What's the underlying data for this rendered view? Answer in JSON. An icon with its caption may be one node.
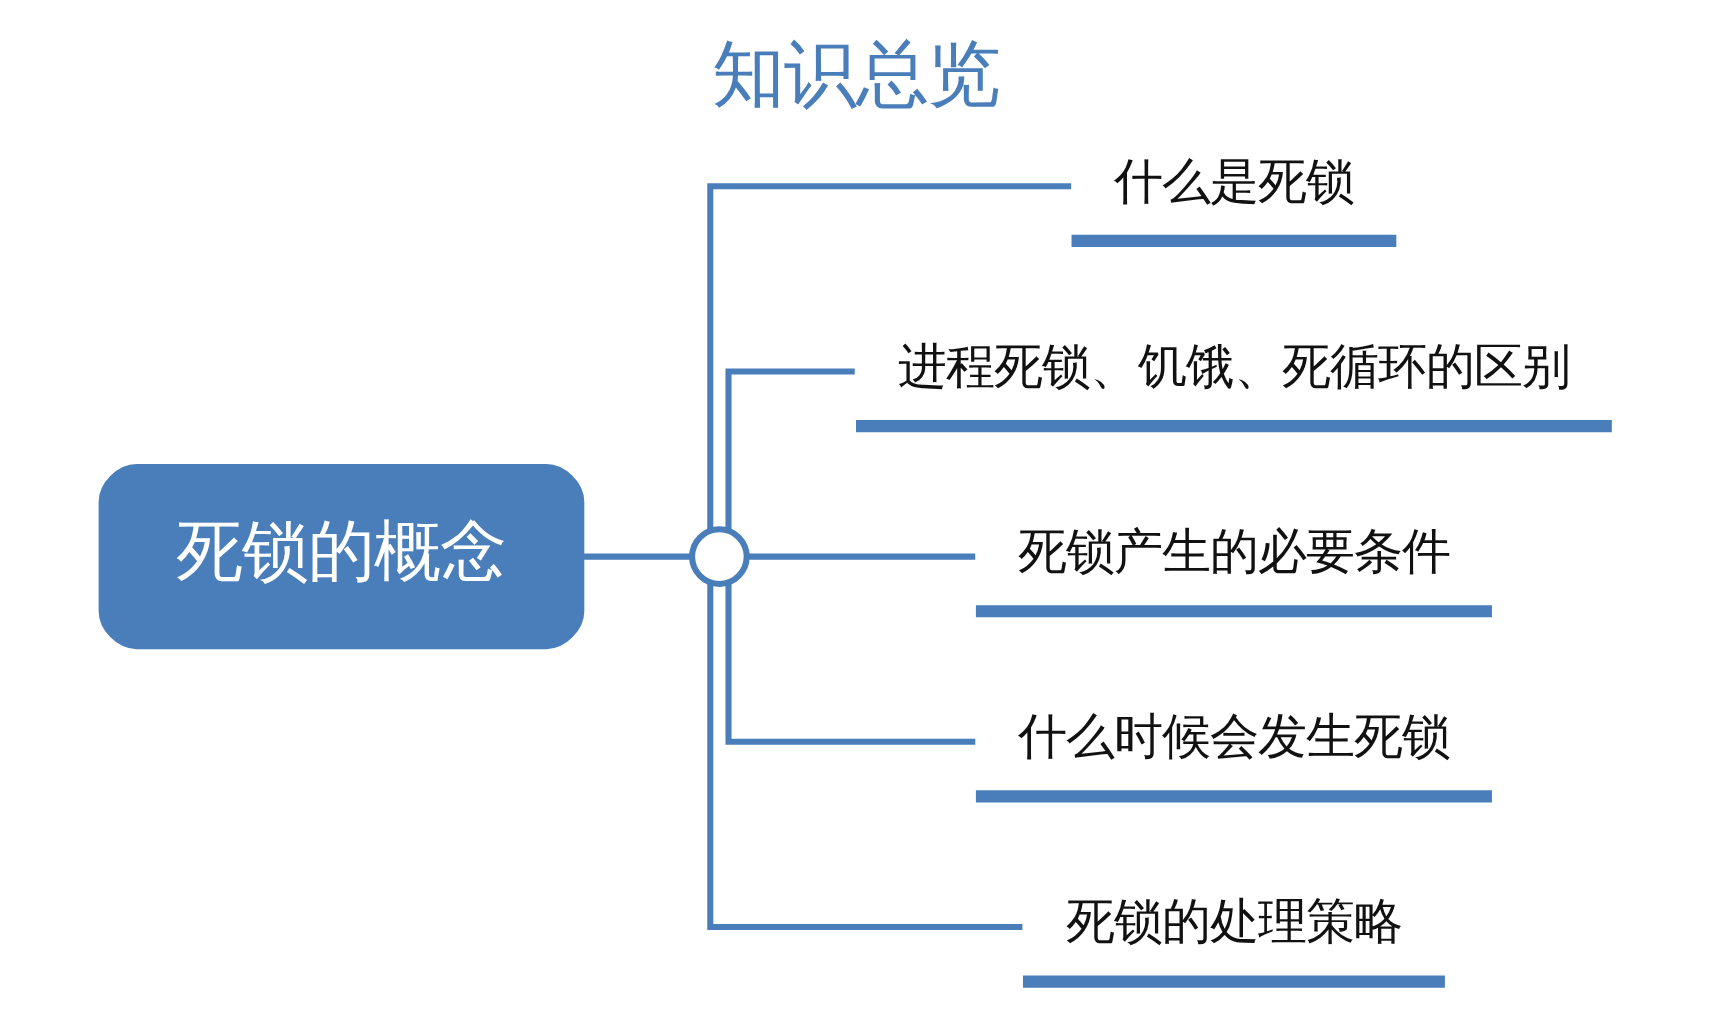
{
  "diagram": {
    "title": "知识总览",
    "nodes": [
      {
        "text": [
          "死锁的概念"
        ]
      },
      {
        "text": [],
        "shape": "circle"
      },
      {
        "text": [
          "什么是死锁"
        ]
      },
      {
        "text": [
          "进程死锁、饥饿、死循环的区别"
        ]
      },
      {
        "text": [
          "死锁产生的必要条件"
        ]
      },
      {
        "text": [
          "什么时候会发生死锁"
        ]
      },
      {
        "text": [
          "死锁的处理策略"
        ]
      }
    ],
    "edges": [
      {
        "from": 0,
        "to": 1,
        "arrow": "none"
      },
      {
        "from": 1,
        "to": 2,
        "arrow": "none"
      },
      {
        "from": 1,
        "to": 3,
        "arrow": "none"
      },
      {
        "from": 1,
        "to": 4,
        "arrow": "none"
      },
      {
        "from": 1,
        "to": 5,
        "arrow": "none"
      },
      {
        "from": 1,
        "to": 6,
        "arrow": "none"
      }
    ]
  }
}
